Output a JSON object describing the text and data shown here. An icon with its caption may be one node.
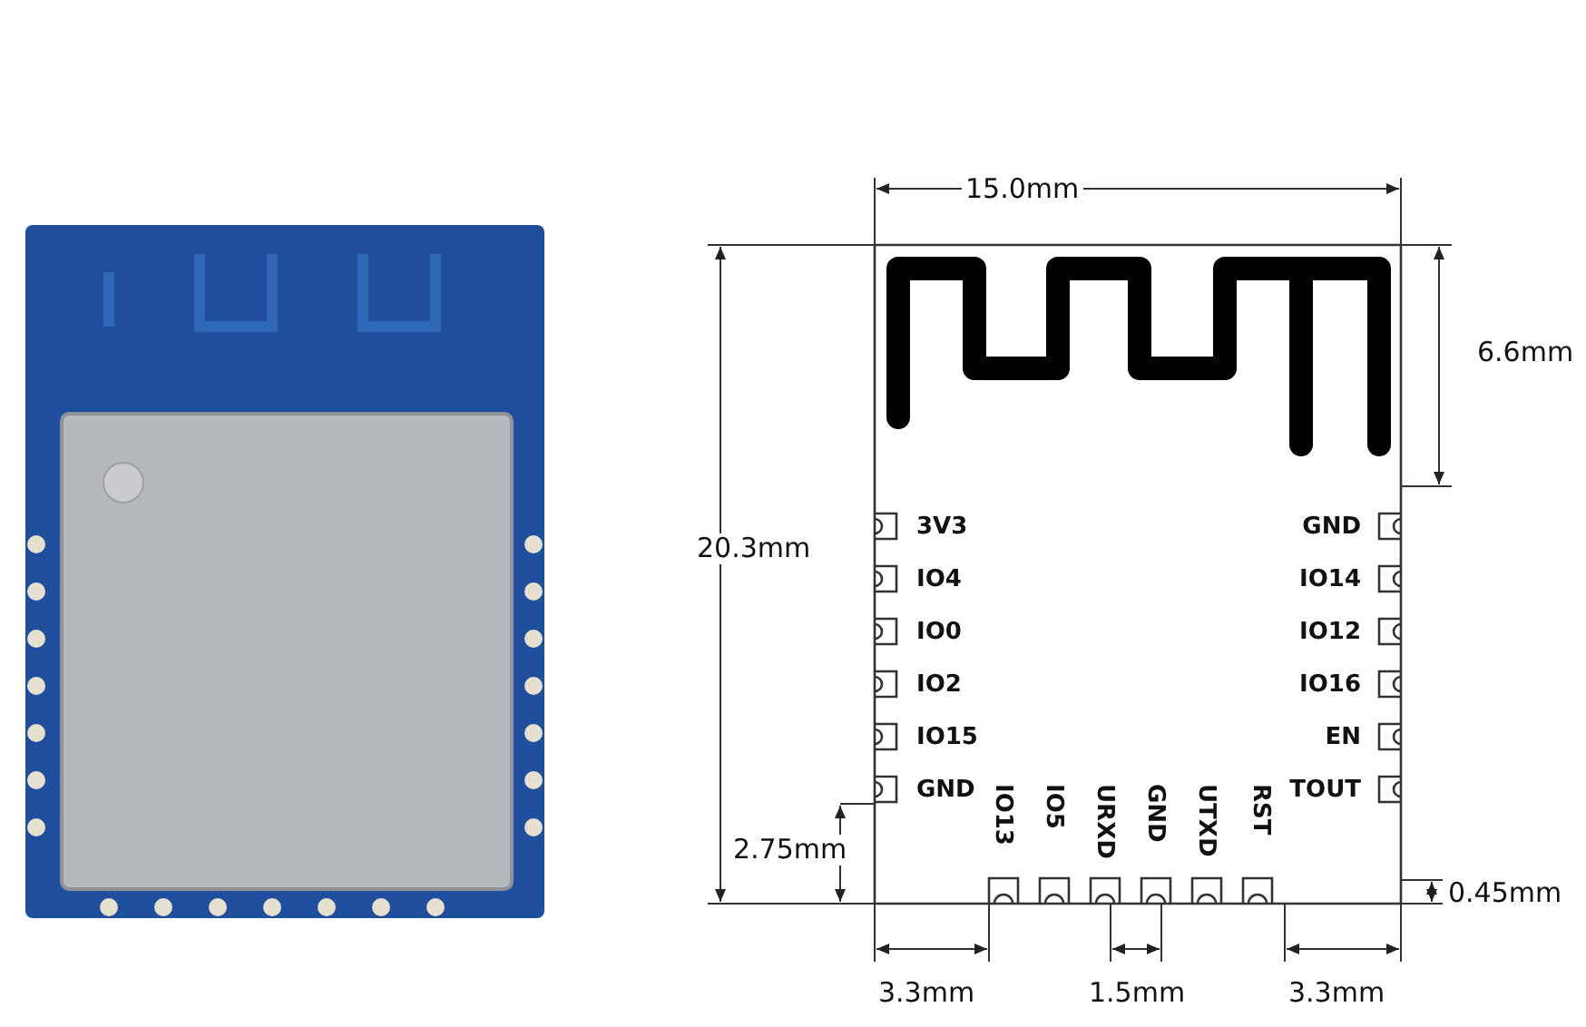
{
  "diagram": {
    "labels": [
      "15.0mm",
      "6.6mm",
      "20.3mm",
      "3V3",
      "GND",
      "IO4",
      "IO14",
      "IO0",
      "IO12",
      "IO2",
      "IO16",
      "IO15",
      "EN",
      "GND",
      "TOUT",
      "IO13",
      "IO5",
      "URXD",
      "GND",
      "UTXD",
      "RST",
      "2.75mm",
      "0.45mm",
      "3.3mm",
      "1.5mm",
      "3.3mm"
    ]
  }
}
